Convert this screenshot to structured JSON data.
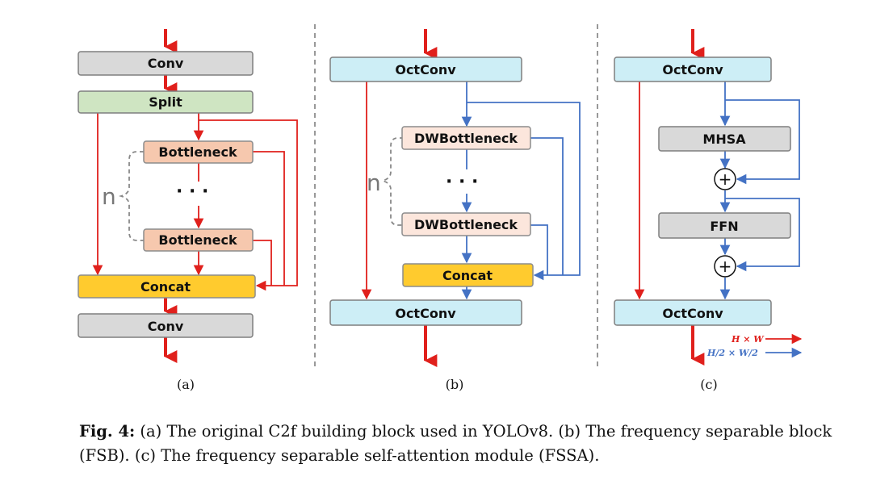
{
  "panels": [
    {
      "id": "a",
      "label": "(a)",
      "boxes": {
        "conv_top": "Conv",
        "split": "Split",
        "bottleneck_1": "Bottleneck",
        "bottleneck_2": "Bottleneck",
        "concat": "Concat",
        "conv_bottom": "Conv"
      },
      "n_label": "n",
      "ellipsis": "· · ·"
    },
    {
      "id": "b",
      "label": "(b)",
      "boxes": {
        "octconv_top": "OctConv",
        "dwbottleneck_1": "DWBottleneck",
        "dwbottleneck_2": "DWBottleneck",
        "concat": "Concat",
        "octconv_bottom": "OctConv"
      },
      "n_label": "n",
      "ellipsis": "· · ·"
    },
    {
      "id": "c",
      "label": "(c)",
      "boxes": {
        "octconv_top": "OctConv",
        "mhsa": "MHSA",
        "ffn": "FFN",
        "octconv_bottom": "OctConv"
      },
      "plus_symbol": "+"
    }
  ],
  "legend": {
    "full_res": "H × W",
    "half_res": "H/2 × W/2"
  },
  "caption": {
    "prefix": "Fig. 4:",
    "text": " (a) The original C2f building block used in YOLOv8. (b) The frequency separable block (FSB). (c) The frequency separable self-attention module (FSSA)."
  },
  "colors": {
    "gray_box": "#d9d9d9",
    "green_box": "#cfe5c2",
    "peach_box": "#f6c8ae",
    "light_peach_box": "#fce6dc",
    "yellow_box": "#ffcb2e",
    "cyan_box": "#cdeef6",
    "red_line": "#e0201c",
    "blue_line": "#4472c4"
  }
}
